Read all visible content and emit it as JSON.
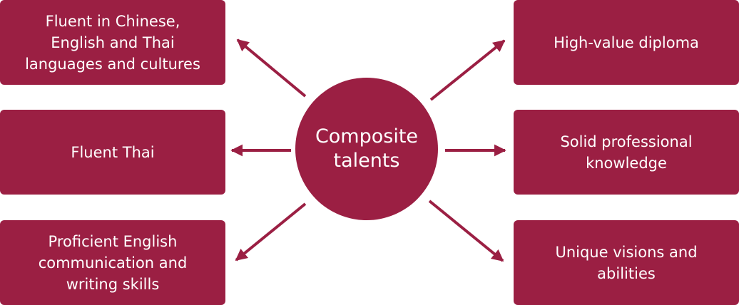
{
  "colors": {
    "box_fill": "#9b1f43",
    "arrow": "#9b1f43",
    "text": "#ffffff"
  },
  "center": {
    "label": "Composite\ntalents"
  },
  "left_boxes": [
    {
      "label": "Fluent in Chinese,\nEnglish and Thai\nlanguages and cultures"
    },
    {
      "label": "Fluent Thai"
    },
    {
      "label": "Proficient English\ncommunication and\nwriting skills"
    }
  ],
  "right_boxes": [
    {
      "label": "High-value diploma"
    },
    {
      "label": "Solid professional\nknowledge"
    },
    {
      "label": "Unique visions and\nabilities"
    }
  ]
}
